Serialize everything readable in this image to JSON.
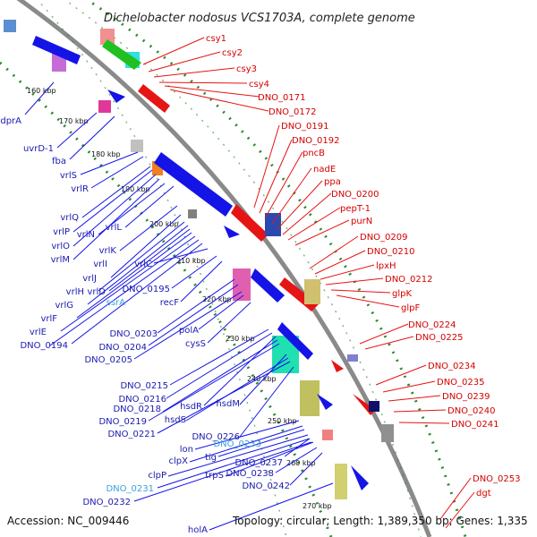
{
  "header": {
    "title": "Dichelobacter nodosus VCS1703A, complete genome"
  },
  "footer": {
    "accession": "Accession: NC_009446",
    "summary": "Topology: circular; Length: 1,389,350 bp; Genes: 1,335"
  },
  "scale_ticks": [
    "160 kbp",
    "170 kbp",
    "180 kbp",
    "190 kbp",
    "200 kbp",
    "210 kbp",
    "220 kbp",
    "230 kbp",
    "240 kbp",
    "250 kbp",
    "260 kbp",
    "270 kbp"
  ],
  "genes_minus": [
    "dprA",
    "uvrD-1",
    "fba",
    "vrlS",
    "vrlR",
    "vrlQ",
    "vrlP",
    "vrlO",
    "vrlM",
    "vrlN",
    "vrlL",
    "vrlK",
    "vrlJ",
    "vrlI",
    "vrlH",
    "vrlD",
    "vrlG",
    "vrlF",
    "vrlE",
    "DNO_0194",
    "vrlC",
    "DNO_0195",
    "ssrA",
    "recF",
    "DNO_0203",
    "DNO_0204",
    "DNO_0205",
    "polA",
    "cysS",
    "DNO_0215",
    "DNO_0216",
    "hsdR",
    "DNO_0218",
    "DNO_0219",
    "hsdM",
    "hsdS",
    "DNO_0221",
    "DNO_0226",
    "lon",
    "DNO_0233",
    "clpX",
    "tig",
    "DNO_0237",
    "clpP",
    "trpS",
    "DNO_0238",
    "DNO_0242",
    "DNO_0231",
    "DNO_0232",
    "holA"
  ],
  "genes_plus": [
    "csy1",
    "csy2",
    "csy3",
    "csy4",
    "DNO_0171",
    "DNO_0172",
    "DNO_0191",
    "DNO_0192",
    "pncB",
    "nadE",
    "ppa",
    "DNO_0200",
    "pepT-1",
    "purN",
    "DNO_0209",
    "DNO_0210",
    "lpxH",
    "DNO_0212",
    "glpK",
    "glpF",
    "DNO_0224",
    "DNO_0225",
    "DNO_0234",
    "DNO_0235",
    "DNO_0239",
    "DNO_0240",
    "DNO_0241",
    "DNO_0253",
    "dgt"
  ],
  "colors": {
    "minus_strand": "#1414e6",
    "plus_strand": "#e61414",
    "noncoding": "#3aa0e0",
    "backbone": "#808080",
    "gc_track": "#2a8a2a"
  }
}
